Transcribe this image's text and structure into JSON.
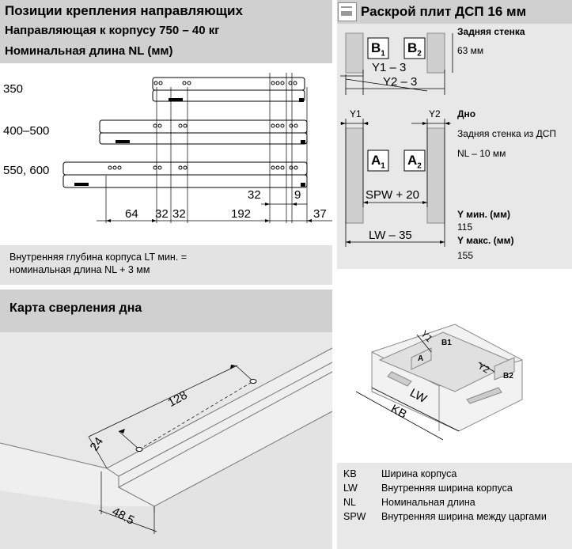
{
  "left_top": {
    "title": "Позиции крепления направляющих",
    "subtitle1": "Направляющая к корпусу 750 – 40 кг",
    "subtitle2": "Номинальная длина NL (мм)",
    "rows": [
      "350",
      "400–500",
      "550, 600"
    ],
    "dims": {
      "d32": "32",
      "d9": "9",
      "d64": "64",
      "d32a": "32",
      "d32b": "32",
      "d192": "192",
      "d37": "37"
    },
    "note_line1": "Внутренняя глубина корпуса LT мин. =",
    "note_line2": "номинальная длина NL + 3 мм"
  },
  "left_bottom": {
    "title": "Карта сверления дна",
    "dims": {
      "d128": "128",
      "d24": "24",
      "d48": "48.5"
    }
  },
  "right": {
    "title": "Раскрой плит ДСП 16 мм",
    "labels": {
      "b1": "B",
      "b1s": "1",
      "b2": "B",
      "b2s": "2",
      "a1": "A",
      "a1s": "1",
      "a2": "A",
      "a2s": "2",
      "y1_3": "Y1 – 3",
      "y2_3": "Y2 – 3",
      "y1": "Y1",
      "y2": "Y2",
      "spw": "SPW + 20",
      "lw35": "LW – 35"
    },
    "back_title": "Задняя стенка",
    "back_val": "63 мм",
    "bottom_title": "Дно",
    "bottom_line1": "Задняя стенка из ДСП",
    "bottom_line2": "NL – 10 мм",
    "ymin_title": "Y мин. (мм)",
    "ymin_val": "115",
    "ymax_title": "Y макс. (мм)",
    "ymax_val": "155",
    "iso": {
      "y1": "Y1",
      "y2": "Y2",
      "lw": "LW",
      "kb": "KB",
      "a": "A",
      "b1": "B1",
      "b2": "B2"
    },
    "legend": [
      {
        "abbr": "KB",
        "text": "Ширина корпуса"
      },
      {
        "abbr": "LW",
        "text": "Внутренняя ширина корпуса"
      },
      {
        "abbr": "NL",
        "text": "Номинальная длина"
      },
      {
        "abbr": "SPW",
        "text": "Внутренняя ширина между царгами"
      }
    ]
  }
}
